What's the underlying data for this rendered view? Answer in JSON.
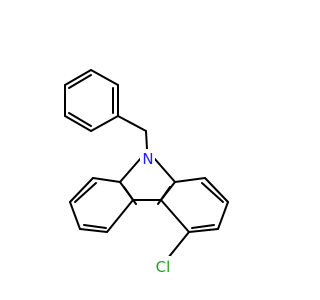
{
  "molecule": {
    "atoms": [
      {
        "id": "N",
        "label": "N",
        "color": "#1d1dff"
      },
      {
        "id": "Cl",
        "label": "Cl",
        "color": "#21a521"
      }
    ]
  },
  "colors": {
    "bond": "#000000",
    "background": "#ffffff"
  }
}
